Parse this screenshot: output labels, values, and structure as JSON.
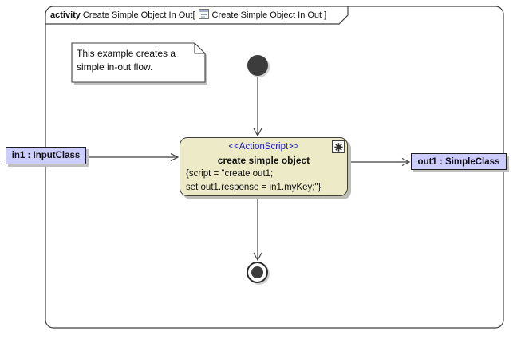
{
  "header": {
    "keyword": "activity",
    "title": "Create Simple Object In Out[",
    "diagram_ref": "Create Simple Object In Out ]"
  },
  "note": {
    "line1": "This example creates a",
    "line2": "simple in-out flow."
  },
  "action": {
    "stereotype": "<<ActionScript>>",
    "name": "create simple object",
    "script_line1": "{script = \"create out1;",
    "script_line2": "set out1.response = in1.myKey;\"}"
  },
  "params": {
    "input": "in1 : InputClass",
    "output": "out1 : SimpleClass"
  },
  "icons": {
    "action_badge": "gear-icon",
    "header_badge": "activity-diagram-icon"
  },
  "colors": {
    "action_fill": "#EDEBC7",
    "param_fill": "#CCCCFF",
    "stereotype_text": "#2020C0",
    "line": "#3F3F3F",
    "shadow": "#BDBDB5"
  }
}
